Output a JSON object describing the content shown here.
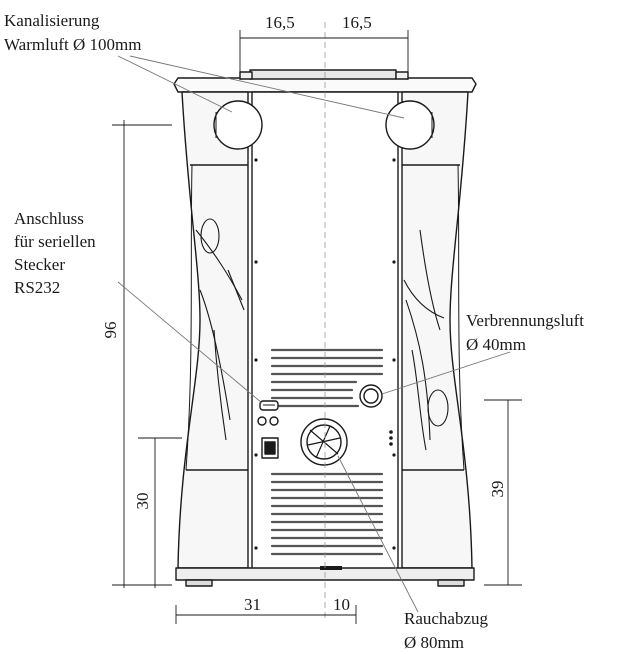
{
  "labels": {
    "ducting_line1": "Kanalisierung",
    "ducting_line2": "Warmluft Ø 100mm",
    "serial_line1": "Anschluss",
    "serial_line2": "für seriellen",
    "serial_line3": "Stecker",
    "serial_line4": "RS232",
    "combustion_line1": "Verbrennungsluft",
    "combustion_line2": "Ø 40mm",
    "flue_line1": "Rauchabzug",
    "flue_line2": "Ø 80mm"
  },
  "dimensions": {
    "top_left": "16,5",
    "top_right": "16,5",
    "height_total": "96",
    "height_flue": "30",
    "height_combustion": "39",
    "bottom_left": "31",
    "bottom_right": "10"
  },
  "colors": {
    "stroke": "#1a1a1a",
    "hatch": "#555555",
    "leader": "#777777"
  }
}
